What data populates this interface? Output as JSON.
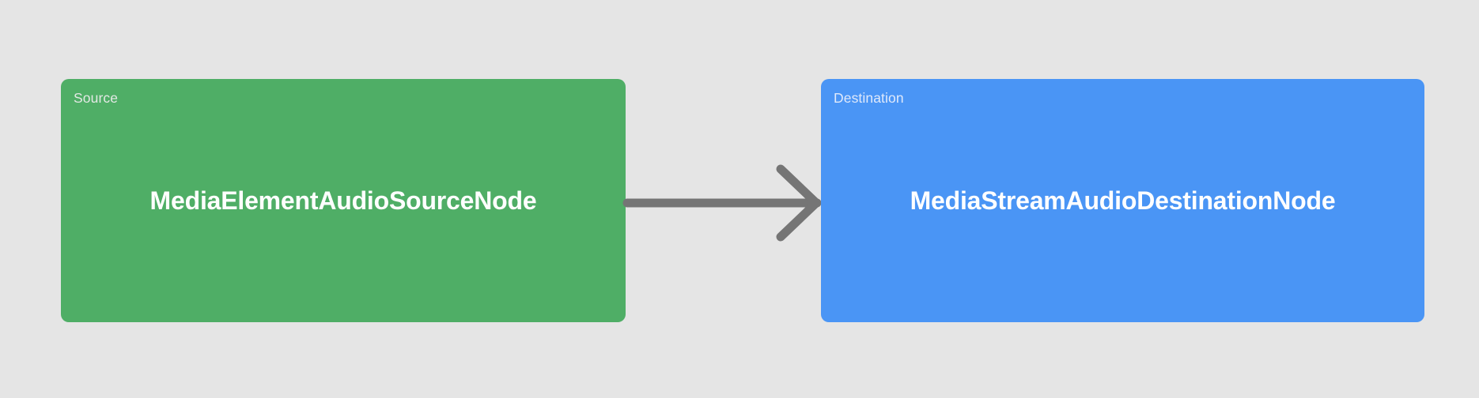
{
  "diagram": {
    "background_color": "#e5e5e5",
    "nodes": [
      {
        "id": "source",
        "kind_label": "Source",
        "title": "MediaElementAudioSourceNode",
        "color": "#4fae66",
        "text_color": "#ffffff"
      },
      {
        "id": "destination",
        "kind_label": "Destination",
        "title": "MediaStreamAudioDestinationNode",
        "color": "#4a95f5",
        "text_color": "#ffffff"
      }
    ],
    "edges": [
      {
        "id": "source-to-destination",
        "from": "source",
        "to": "destination",
        "label": "",
        "color": "#757575",
        "arrowhead": "open-chevron",
        "direction": "right"
      }
    ]
  }
}
